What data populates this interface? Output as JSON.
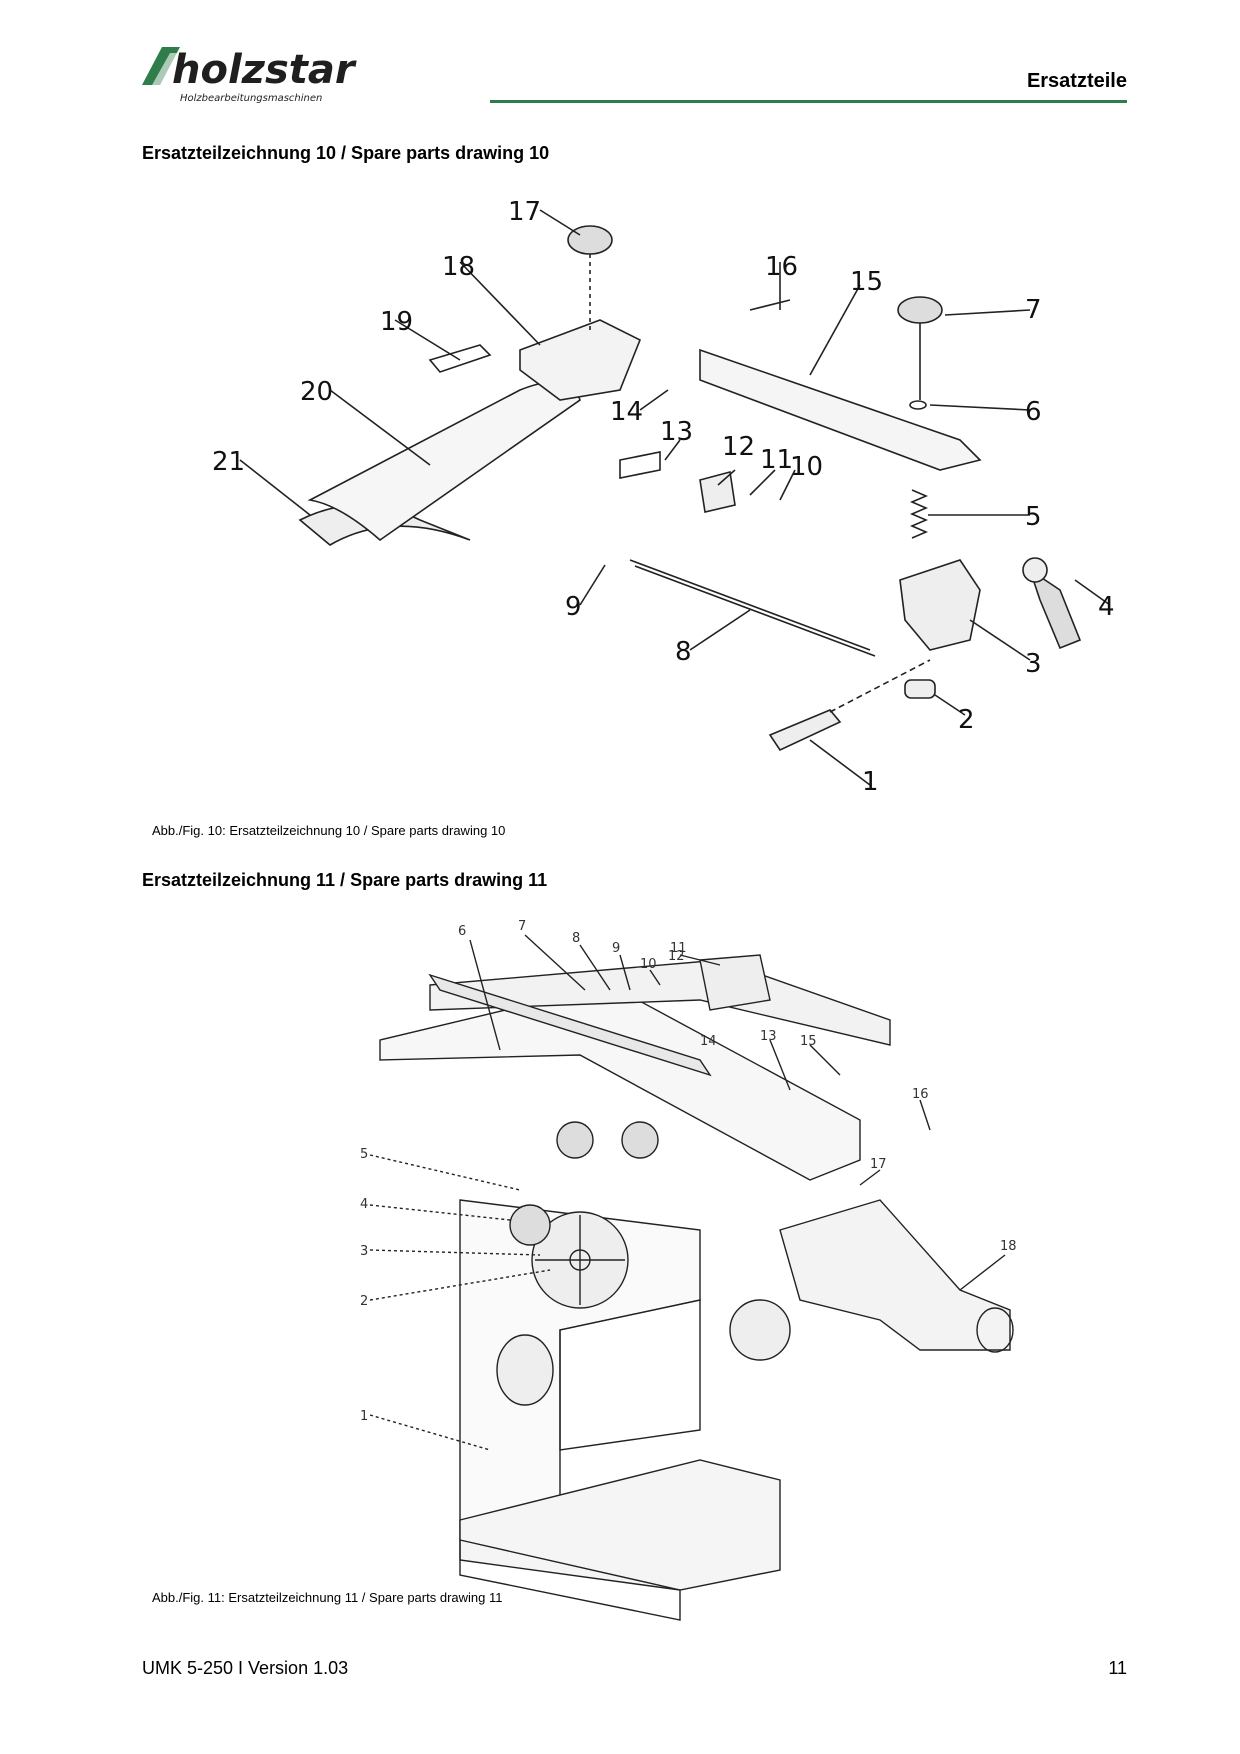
{
  "header": {
    "brand": "holzstar",
    "brand_tagline": "Holzbearbeitungsmaschinen",
    "section": "Ersatzteile",
    "colors": {
      "brand_green": "#2e7d4b",
      "brand_dark": "#1f1f1f"
    }
  },
  "drawing10": {
    "heading": "Ersatzteilzeichnung 10 / Spare parts drawing 10",
    "caption": "Abb./Fig.  10: Ersatzteilzeichnung 10 / Spare parts drawing 10",
    "callouts": [
      "1",
      "2",
      "3",
      "4",
      "5",
      "6",
      "7",
      "8",
      "9",
      "10",
      "11",
      "12",
      "13",
      "14",
      "15",
      "16",
      "17",
      "18",
      "19",
      "20",
      "21"
    ]
  },
  "drawing11": {
    "heading": "Ersatzteilzeichnung 11 / Spare parts drawing 11",
    "caption": "Abb./Fig.  11: Ersatzteilzeichnung 11 / Spare parts drawing 11",
    "callouts": [
      "1",
      "2",
      "3",
      "4",
      "5",
      "6",
      "7",
      "8",
      "9",
      "10",
      "11",
      "12",
      "13",
      "14",
      "15",
      "16",
      "17",
      "18"
    ]
  },
  "footer": {
    "doc": "UMK 5-250 I Version 1.03",
    "page": "11"
  }
}
